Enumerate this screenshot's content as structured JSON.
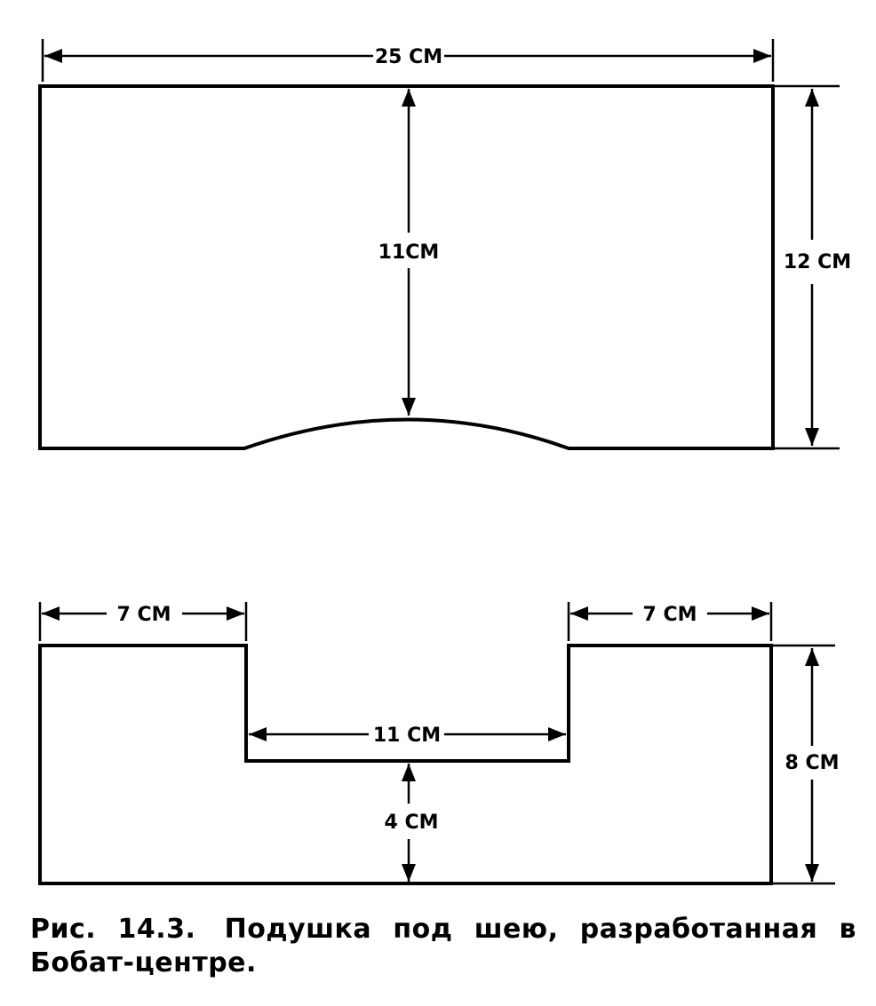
{
  "top_view": {
    "width_label": "25 СМ",
    "height_label": "12 СМ",
    "center_label": "11СМ"
  },
  "bottom_view": {
    "left_top_label": "7 СМ",
    "right_top_label": "7 СМ",
    "notch_width_label": "11 СМ",
    "notch_depth_label": "4 СМ",
    "height_label": "8 СМ"
  },
  "caption": {
    "label": "Рис. 14.3.",
    "text": "Подушка под шею, разработанная в Бобат-центре."
  }
}
